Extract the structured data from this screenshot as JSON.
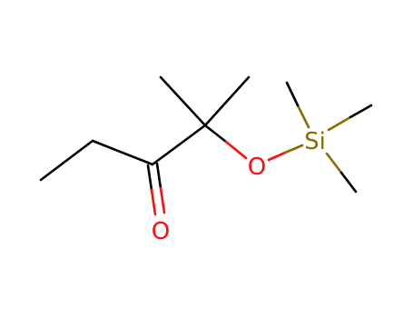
{
  "molecule": {
    "atoms": {
      "oxygen_carbonyl": {
        "symbol": "O",
        "color": "#ff0d0d"
      },
      "oxygen_ether": {
        "symbol": "O",
        "color": "#ff0d0d"
      },
      "silicon": {
        "symbol": "Si",
        "color": "#8b6c00"
      }
    },
    "bond_color": "#000000"
  }
}
